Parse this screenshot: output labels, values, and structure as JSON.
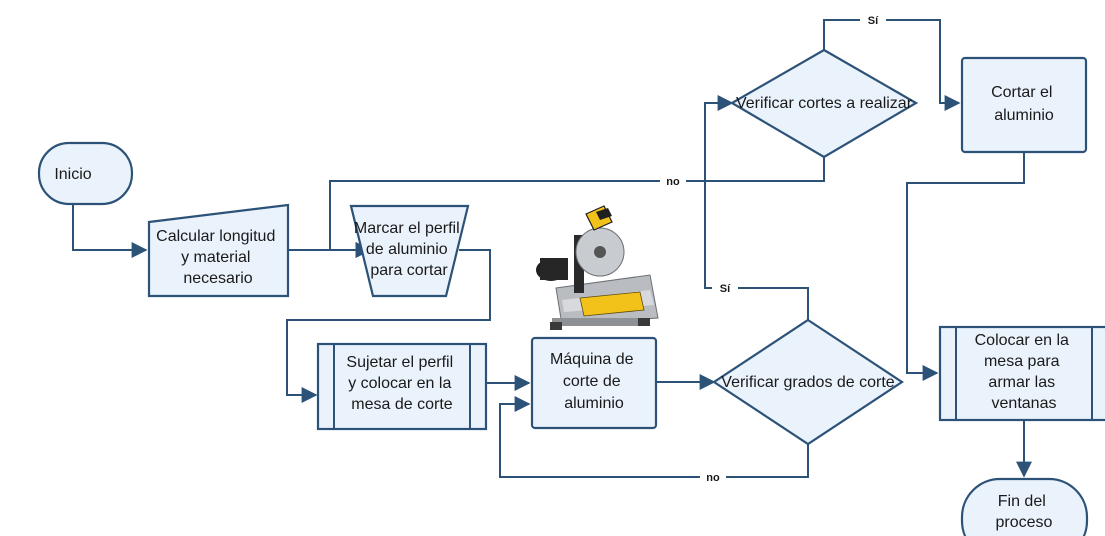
{
  "diagram": {
    "colors": {
      "node_fill": "#eaf3fc",
      "node_stroke": "#2c5278",
      "edge": "#2c5278",
      "text": "#1a1a1a"
    },
    "nodes": {
      "inicio": "Inicio",
      "calcular": [
        "Calcular longitud",
        "y material",
        "necesario"
      ],
      "marcar": [
        "Marcar el perfil",
        "de aluminio",
        "para cortar"
      ],
      "sujetar": [
        "Sujetar el perfil",
        "y colocar en la",
        "mesa de corte"
      ],
      "maquina": [
        "Máquina de",
        "corte de",
        "aluminio"
      ],
      "verificar_grados": "Verificar grados de corte",
      "verificar_cortes": "Verificar cortes a realizar",
      "cortar": [
        "Cortar el",
        "aluminio"
      ],
      "colocar": [
        "Colocar en la",
        "mesa para",
        "armar las",
        "ventanas"
      ],
      "fin": [
        "Fin del",
        "proceso"
      ]
    },
    "edge_labels": {
      "si_top": "Sí",
      "no_top": "no",
      "si_middle": "Sí",
      "no_bottom": "no"
    },
    "image": {
      "icon": "miter-saw-icon"
    }
  }
}
